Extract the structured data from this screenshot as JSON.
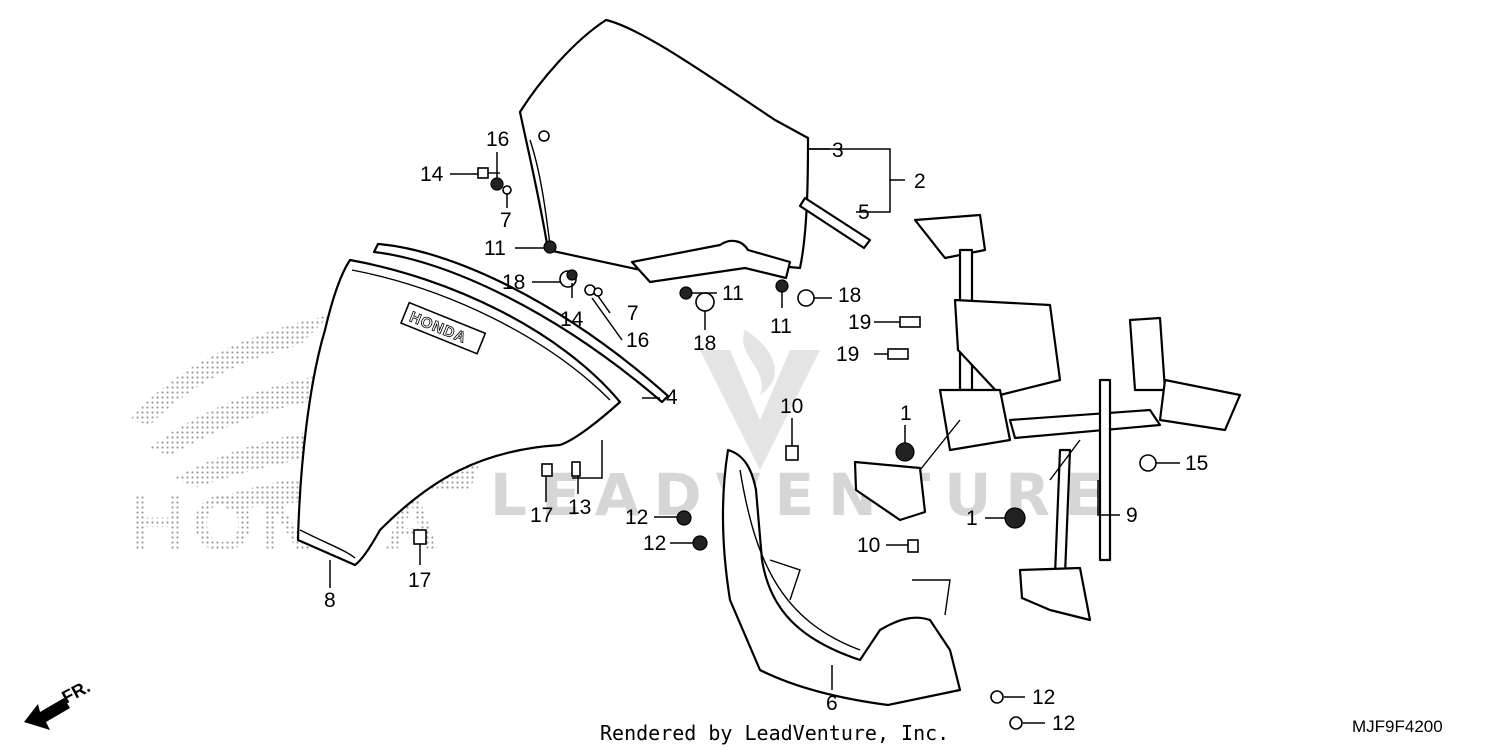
{
  "callouts": [
    {
      "id": "c-3",
      "text": "3"
    },
    {
      "id": "c-2",
      "text": "2"
    },
    {
      "id": "c-5",
      "text": "5"
    },
    {
      "id": "c-16a",
      "text": "16"
    },
    {
      "id": "c-14a",
      "text": "14"
    },
    {
      "id": "c-7a",
      "text": "7"
    },
    {
      "id": "c-11a",
      "text": "11"
    },
    {
      "id": "c-18a",
      "text": "18"
    },
    {
      "id": "c-14b",
      "text": "14"
    },
    {
      "id": "c-7b",
      "text": "7"
    },
    {
      "id": "c-16b",
      "text": "16"
    },
    {
      "id": "c-11b",
      "text": "11"
    },
    {
      "id": "c-18b",
      "text": "18"
    },
    {
      "id": "c-11c",
      "text": "11"
    },
    {
      "id": "c-18c",
      "text": "18"
    },
    {
      "id": "c-19a",
      "text": "19"
    },
    {
      "id": "c-19b",
      "text": "19"
    },
    {
      "id": "c-4",
      "text": "4"
    },
    {
      "id": "c-10a",
      "text": "10"
    },
    {
      "id": "c-1a",
      "text": "1"
    },
    {
      "id": "c-15",
      "text": "15"
    },
    {
      "id": "c-17a",
      "text": "17"
    },
    {
      "id": "c-13",
      "text": "13"
    },
    {
      "id": "c-12a",
      "text": "12"
    },
    {
      "id": "c-12b",
      "text": "12"
    },
    {
      "id": "c-1b",
      "text": "1"
    },
    {
      "id": "c-9",
      "text": "9"
    },
    {
      "id": "c-10b",
      "text": "10"
    },
    {
      "id": "c-8",
      "text": "8"
    },
    {
      "id": "c-17b",
      "text": "17"
    },
    {
      "id": "c-6",
      "text": "6"
    },
    {
      "id": "c-12c",
      "text": "12"
    },
    {
      "id": "c-12d",
      "text": "12"
    }
  ],
  "emblem_text": "HONDA",
  "background_logo_text": "HONDA",
  "watermark_text": "LEADVENTURE",
  "direction_label": "FR.",
  "credit": "Rendered by LeadVenture, Inc.",
  "diagram_code": "MJF9F4200"
}
